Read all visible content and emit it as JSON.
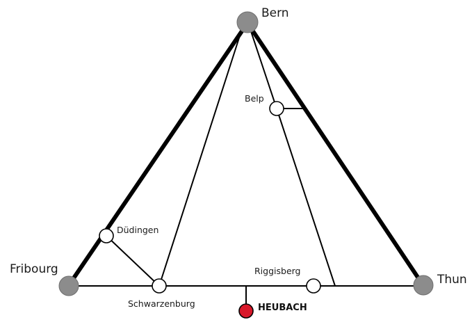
{
  "colors": {
    "line": "#000000",
    "city_node": "#8c8c8c",
    "stop_node": "#ffffff",
    "highlight_node": "#d8182a"
  },
  "cities": {
    "bern": "Bern",
    "fribourg": "Fribourg",
    "thun": "Thun"
  },
  "stops": {
    "belp": "Belp",
    "dudingen": "Düdingen",
    "schwarzenburg": "Schwarzenburg",
    "riggisberg": "Riggisberg"
  },
  "highlight": {
    "heubach": "HEUBACH"
  }
}
